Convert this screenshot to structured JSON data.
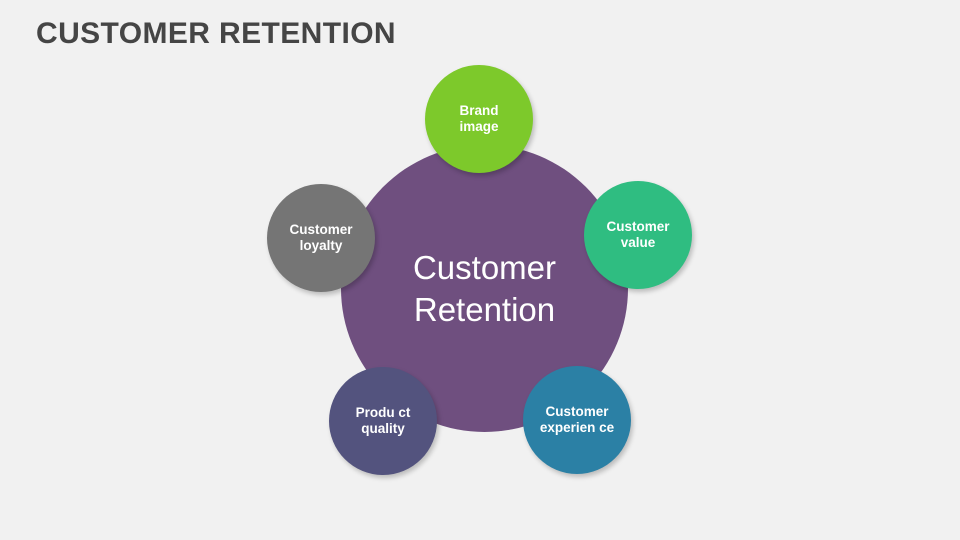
{
  "slide": {
    "title": "CUSTOMER RETENTION",
    "background_color": "#f1f1f1",
    "title_color": "#454545"
  },
  "diagram": {
    "type": "hub-and-spoke",
    "center": {
      "label": "Customer Retention",
      "color": "#6f4f7f",
      "text_color": "#ffffff"
    },
    "satellites": [
      {
        "id": "brand-image",
        "label": "Brand image",
        "color": "#7dc92b",
        "text_color": "#ffffff",
        "position": "top"
      },
      {
        "id": "customer-value",
        "label": "Customer value",
        "color": "#2fbd81",
        "text_color": "#ffffff",
        "position": "right"
      },
      {
        "id": "customer-loyalty",
        "label": "Customer loyalty",
        "color": "#757575",
        "text_color": "#ffffff",
        "position": "left"
      },
      {
        "id": "product-quality",
        "label": "Produ ct quality",
        "color": "#53537e",
        "text_color": "#ffffff",
        "position": "bottom-left"
      },
      {
        "id": "customer-experience",
        "label": "Customer experien ce",
        "color": "#2b80a5",
        "text_color": "#ffffff",
        "position": "bottom-right"
      }
    ]
  }
}
